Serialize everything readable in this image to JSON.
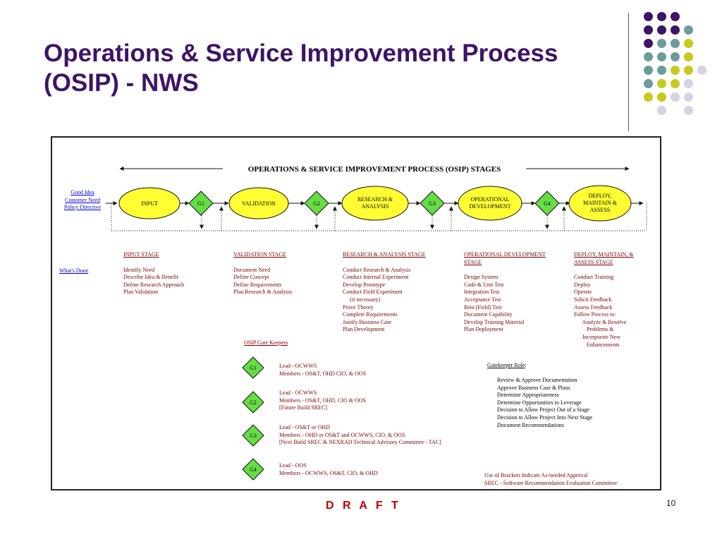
{
  "title_line1": "Operations & Service Improvement Process",
  "title_line2": "(OSIP) - NWS",
  "banner": "OPERATIONS & SERVICE IMPROVEMENT PROCESS (OSIP) STAGES",
  "inputs_links": [
    "Good Idea",
    "Customer Need",
    "Policy Directive"
  ],
  "whats_done": "What's Done",
  "flow": {
    "input": "INPUT",
    "g1": "G1",
    "validation": "VALIDATION",
    "g2": "G2",
    "research_l1": "RESEARCH &",
    "research_l2": "ANALYSIS",
    "g3": "G3",
    "opdev_l1": "OPERATIONAL",
    "opdev_l2": "DEVELOPMENT",
    "g4": "G4",
    "deploy_l1": "DEPLOY,",
    "deploy_l2": "MAINTAIN &",
    "deploy_l3": "ASSESS"
  },
  "stages": [
    {
      "heading": [
        "INPUT STAGE"
      ],
      "items": [
        "Identify Need",
        "Describe Idea & Benefit",
        "Define  Research Approach",
        "Plan Validation"
      ]
    },
    {
      "heading": [
        "VALIDATION STAGE"
      ],
      "items": [
        "Document Need",
        "Define Concept",
        "Define Requirements",
        "Plan Research & Analysis"
      ]
    },
    {
      "heading": [
        "RESEARCH & ANALYSIS STAGE"
      ],
      "items": [
        "Conduct Research & Analysis",
        "Conduct Internal Experiment",
        "Develop Prototype",
        "Conduct Field Experiment",
        "     (if necessary)",
        "Prove Theory",
        "Complete Requirements",
        "Justify Business Case",
        "Plan Development"
      ]
    },
    {
      "heading": [
        "OPERATIONAL DEVELOPMENT",
        "STAGE"
      ],
      "items": [
        "Design System",
        "Code & Unit Test",
        "Integration Test",
        "Acceptance Test",
        "Beta (Field) Test",
        "Document Capability",
        "Develop Training Material",
        "Plan Deployment"
      ]
    },
    {
      "heading": [
        "DEPLOY, MAINTAIN, &",
        "ASSESS STAGE"
      ],
      "items": [
        "Conduct Training",
        "Deploy",
        "Operate",
        "Solicit Feedback",
        "Assess Feedback",
        "Follow Process to:",
        "      Analyze & Resolve",
        "         Problems &",
        "      Incorporate New",
        "         Enhancements"
      ]
    }
  ],
  "gatekeepers_title": "OSIP Gate Keepers",
  "gatekeepers": [
    {
      "gate": "G1",
      "lines": [
        "Lead - OCWWS",
        "Members - OS&T, OHD CIO, & OOS"
      ]
    },
    {
      "gate": "G2",
      "lines": [
        "Lead - OCWWS",
        "Members - OS&T, OHD, CIO & OOS",
        "[Future Build SREC]"
      ]
    },
    {
      "gate": "G3",
      "lines": [
        "Lead - OS&T or OHD",
        "Members - OHD or OS&T and OCWWS,  CIO, & OOS",
        "[Next Build SREC & NEXRAD Technical Advisory Committee - TAC]"
      ]
    },
    {
      "gate": "G4",
      "lines": [
        "Lead - OOS",
        "Members - OCWWS, OS&T, CIO,  & OHD"
      ]
    }
  ],
  "gatekeeper_role_title": "Gatekeeper Role",
  "gatekeeper_role_colon": ":",
  "gatekeeper_role_items": [
    "Review & Approve Documentation",
    "Approve Business Case & Plans",
    "Determine Appropriateness",
    "Determine Opportunities to Leverage",
    "Decision to Allow Project Out of a Stage",
    "Decision to Allow Project Into Next Stage",
    "Document Recommendations"
  ],
  "notes": [
    "Use of Brackets Indicate As-needed Approval",
    "SREC - Software Recommendation Evaluation Committee"
  ],
  "draft": "D R A F T",
  "page_number": "10",
  "colors": {
    "title": "#3d1466",
    "ellipse": "#ffff33",
    "diamond": "#66dd44",
    "text_dark_red": "#7a0000",
    "link_blue": "#0000cc",
    "draft_red": "#c00000",
    "dot_purple": "#3d1466",
    "dot_teal": "#6c9b9c",
    "dot_olive": "#c8c81e",
    "dot_lavender": "#d4d4e6"
  }
}
